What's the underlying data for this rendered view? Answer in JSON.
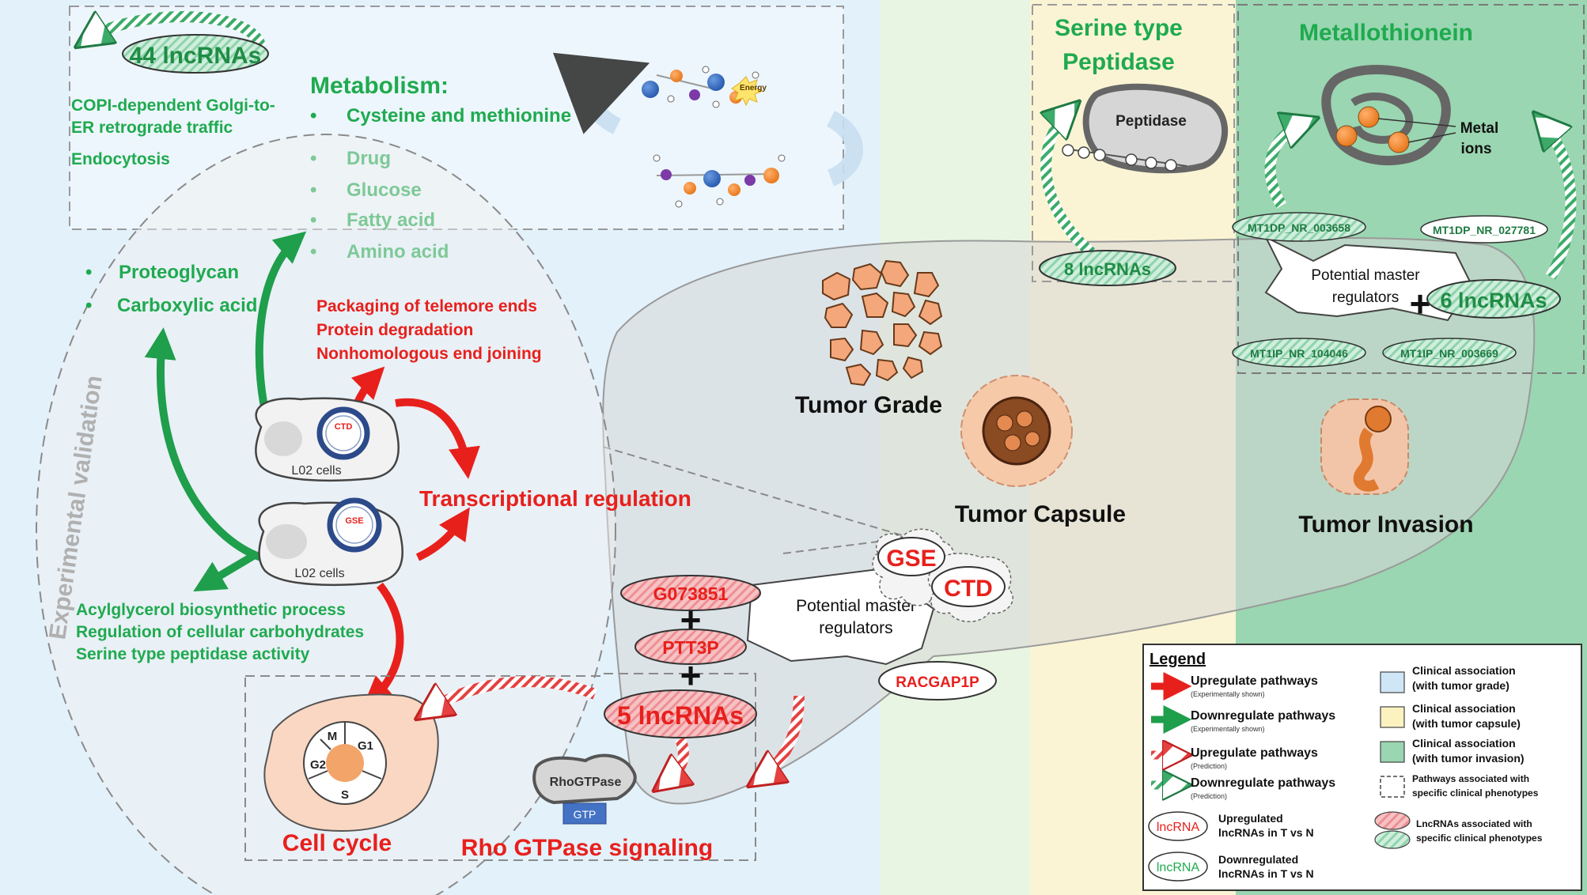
{
  "top_left": {
    "lnc_count": "44 lncRNAs",
    "pathways": [
      "COPI-dependent Golgi-to-",
      "ER retrograde traffic",
      "Endocytosis"
    ],
    "metabolism_title": "Metabolism:",
    "metabolism_items": [
      "Cysteine and methionine",
      "Drug",
      "Glucose",
      "Fatty acid",
      "Amino acid"
    ],
    "energy_label": "Energy"
  },
  "circle": {
    "exp_validation": "Experimental validation",
    "left_items": [
      "Proteoglycan",
      "Carboxylic acid"
    ],
    "red_items": [
      "Packaging of telemore ends",
      "Protein degradation",
      "Nonhomologous  end joining"
    ],
    "cell_label": "L02 cells",
    "ctd_tag": "CTD",
    "gse_tag": "GSE",
    "transcriptional": "Transcriptional  regulation",
    "green_items": [
      "Acylglycerol biosynthetic process",
      "Regulation of cellular carbohydrates",
      "Serine type peptidase activity"
    ]
  },
  "cell_cycle": {
    "title": "Cell cycle",
    "phases": [
      "M",
      "G1",
      "G2",
      "S"
    ]
  },
  "rho": {
    "title": "Rho GTPase signaling",
    "protein": "RhoGTPase",
    "gtp": "GTP"
  },
  "center": {
    "g0": "G073851",
    "pttp": "PTT3P",
    "five_lnc": "5 lncRNAs",
    "master": [
      "Potential master",
      "regulators"
    ],
    "gse": "GSE",
    "ctd": "CTD",
    "racgap": "RACGAP1P"
  },
  "tumor": {
    "grade": "Tumor Grade",
    "capsule": "Tumor Capsule",
    "invasion": "Tumor Invasion"
  },
  "serine": {
    "title": [
      "Serine type",
      "Peptidase"
    ],
    "peptidase": "Peptidase",
    "lnc": "8 lncRNAs"
  },
  "metallo": {
    "title": "Metallothionein",
    "metal": [
      "Metal",
      "ions"
    ],
    "regs": [
      "MT1DP_NR_003658",
      "MT1DP_NR_027781",
      "MT1IP_NR_104046",
      "MT1IP_NR_003669"
    ],
    "master": [
      "Potential master",
      "regulators"
    ],
    "lnc": "6 lncRNAs"
  },
  "legend": {
    "title": "Legend",
    "rows": [
      {
        "main": "Upregulate pathways",
        "sub": "(Experimentally shown)"
      },
      {
        "main": "Downregulate pathways",
        "sub": "(Experimentally shown)"
      },
      {
        "main": "Upregulate pathways",
        "sub": "(Prediction)"
      },
      {
        "main": "Downregulate pathways",
        "sub": "(Prediction)"
      },
      {
        "main": "Upregulated",
        "sub": "lncRNAs in T vs N",
        "tag": "lncRNA"
      },
      {
        "main": "Downregulated",
        "sub": "lncRNAs in T vs N",
        "tag": "lncRNA"
      }
    ],
    "right_rows": [
      {
        "main": "Clinical association",
        "sub": "(with tumor grade)"
      },
      {
        "main": "Clinical association",
        "sub": "(with tumor capsule)"
      },
      {
        "main": "Clinical association",
        "sub": "(with tumor invasion)"
      },
      {
        "main": "Pathways associated with",
        "sub": "specific clinical phenotypes"
      },
      {
        "main": "LncRNAs associated with",
        "sub": "specific clinical phenotypes"
      }
    ]
  },
  "colors": {
    "green_text": "#1faa4f",
    "red_text": "#e8201c",
    "grade_bg": "#e3f1fb",
    "capsule_bg": "#fbf4d4",
    "invasion_bg": "#9ad6b1"
  }
}
